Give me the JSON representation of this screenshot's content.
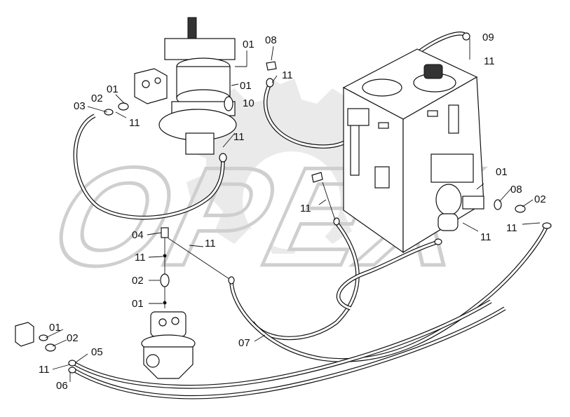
{
  "watermark": {
    "text": "OPEX"
  },
  "callouts": {
    "c01_top": "01",
    "c08_top": "08",
    "c01_mid": "01",
    "c11_top": "11",
    "c10": "10",
    "c11_motor": "11",
    "c01_valve": "01",
    "c02_valve": "02",
    "c03": "03",
    "c11_valve": "11",
    "c09": "09",
    "c11_tr": "11",
    "c01_right": "01",
    "c08_right": "08",
    "c02_right": "02",
    "c11_right": "11",
    "c11_right2": "11",
    "c11_center": "11",
    "c04": "04",
    "c11_col": "11",
    "c11_col2": "11",
    "c02_col": "02",
    "c01_col": "01",
    "c07": "07",
    "c01_bl": "01",
    "c02_bl": "02",
    "c05": "05",
    "c11_bl": "11",
    "c06": "06"
  }
}
